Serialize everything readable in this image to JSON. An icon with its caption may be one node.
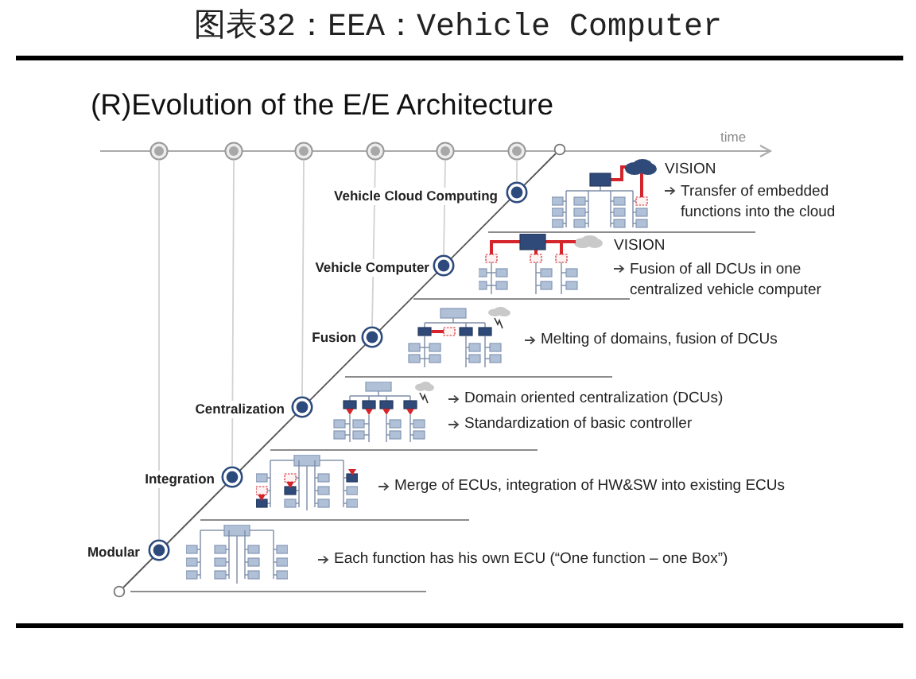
{
  "diagram": {
    "title": "图表32：EEA：Vehicle Computer",
    "labels": [
      "(R)Evolution of the E/E Architecture",
      "time",
      "Vehicle Cloud Computing",
      "VISION",
      "Transfer of embedded functions into the cloud",
      "Vehicle Computer",
      "VISION",
      "Fusion of all DCUs in one centralized vehicle computer",
      "Fusion",
      "Melting of domains, fusion of DCUs",
      "Centralization",
      "Domain oriented centralization (DCUs)",
      "Standardization of basic controller",
      "Integration",
      "Merge of ECUs, integration of HW&SW into existing ECUs",
      "Modular",
      "Each function has his own ECU (“One function – one Box”)"
    ]
  }
}
